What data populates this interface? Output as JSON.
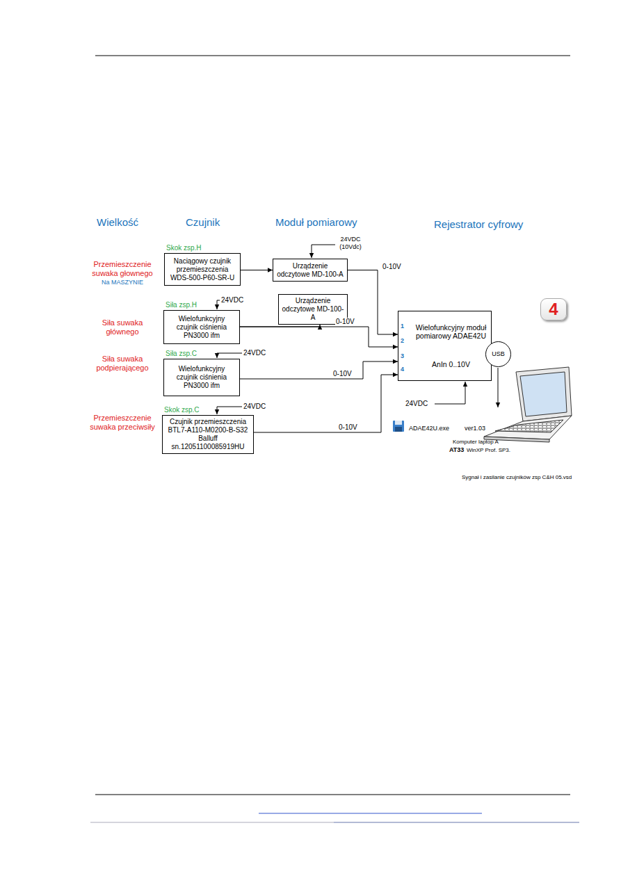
{
  "diagram": {
    "nodes": [
      {
        "text": [
          "Skok zsp.H",
          "Naciągowy czujnik przemieszczenia WDS-500-P60-SR-U"
        ]
      },
      {
        "text": [
          "Urządzenie odczytowe MD-100-A"
        ]
      },
      {
        "text": [
          "Siła zsp.H",
          "Wielofunkcyjny czujnik ciśnienia PN3000 ifm"
        ]
      },
      {
        "text": [
          "Urządzenie odczytowe MD-100-A"
        ]
      },
      {
        "text": [
          "Siła zsp.C",
          "Wielofunkcyjny czujnik ciśnienia PN3000 ifm"
        ]
      },
      {
        "text": [
          "Skok zsp.C",
          "Czujnik przemieszczenia BTL7-A110-M0200-B-S32 Balluff sn.12051100085919HU"
        ]
      },
      {
        "text": [
          "Wielofunkcyjny moduł pomiarowy ADAE42U",
          "AnIn 0..10V"
        ]
      },
      {
        "text": [
          "USB"
        ]
      },
      {
        "text": [
          "4"
        ]
      }
    ],
    "edges": [
      {
        "from": 0,
        "to": 1,
        "arrow": "to"
      },
      {
        "from": 1,
        "to": 6,
        "label": "0-10V",
        "arrow": "to"
      },
      {
        "from": 2,
        "to": 6,
        "label": "0-10V",
        "arrow": "to"
      },
      {
        "from": 2,
        "to": 3,
        "arrow": "to"
      },
      {
        "from": 4,
        "to": 6,
        "label": "0-10V",
        "arrow": "to"
      },
      {
        "from": 5,
        "to": 6,
        "label": "0-10V",
        "arrow": "to"
      }
    ],
    "labels": [
      "Wielkość",
      "Czujnik",
      "Moduł pomiarowy",
      "Rejestrator cyfrowy",
      "Przemieszczenie suwaka głownego",
      "Na MASZYNIE",
      "Siła suwaka głównego",
      "Siła suwaka podpierającego",
      "Przemieszczenie suwaka przeciwsiły",
      "24VDC (10Vdc)",
      "24VDC",
      "24VDC",
      "24VDC",
      "24VDC",
      "1",
      "2",
      "3",
      "4",
      "ADAE42U.exe",
      "ver1.03",
      "Komputer laptop A",
      "AT33",
      "WinXP Prof. SP3.",
      "Sygnał i zasilanie czujników zsp C&H 05.vsd"
    ]
  }
}
